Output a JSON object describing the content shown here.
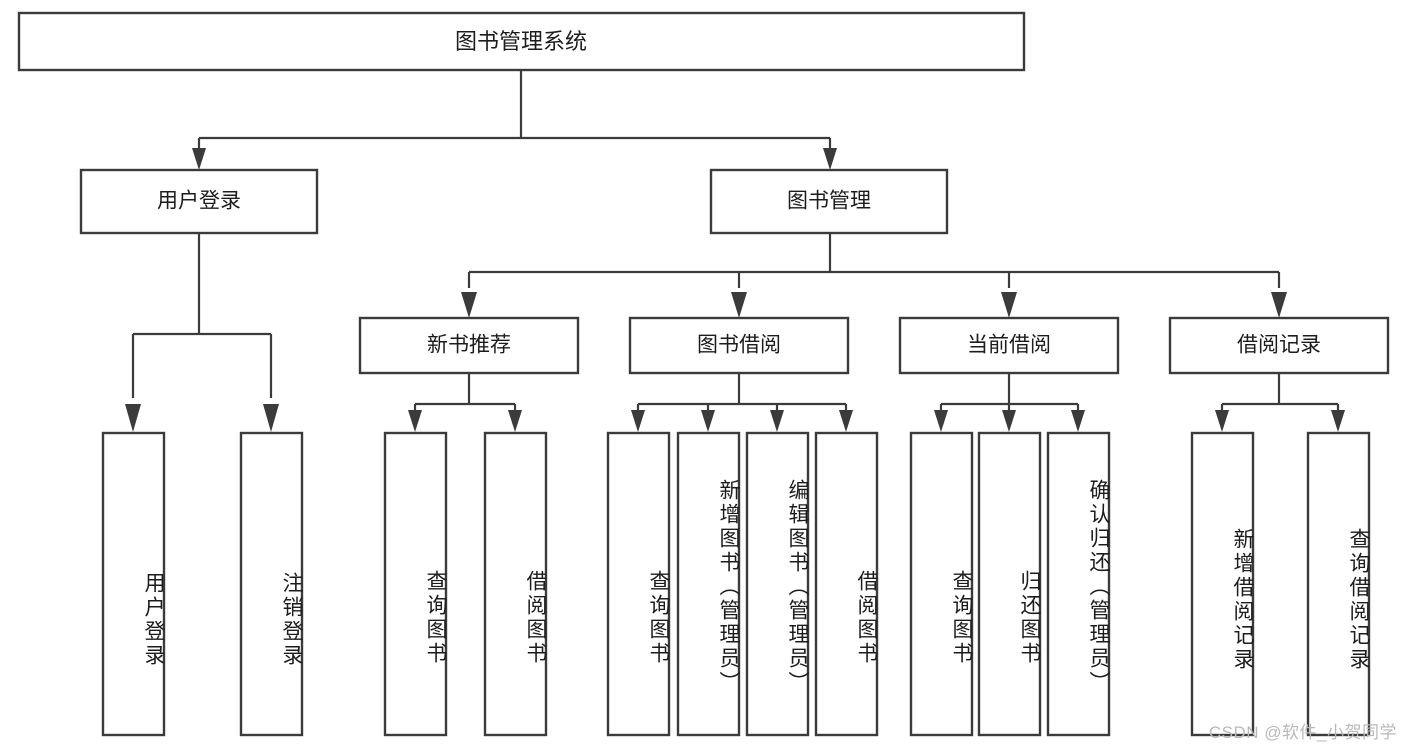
{
  "diagram": {
    "title": "图书管理系统",
    "type": "tree",
    "watermark": "CSDN @软件_小贺同学",
    "colors": {
      "stroke": "#3b3b3b",
      "fill": "#ffffff",
      "text": "#1c1c1c",
      "watermark": "#b9b9b9",
      "background": "#ffffff"
    },
    "root": {
      "label": "图书管理系统"
    },
    "level2": [
      {
        "label": "用户登录"
      },
      {
        "label": "图书管理"
      }
    ],
    "level3": [
      {
        "label": "新书推荐"
      },
      {
        "label": "图书借阅"
      },
      {
        "label": "当前借阅"
      },
      {
        "label": "借阅记录"
      }
    ],
    "leaves": {
      "user_login": [
        {
          "label": "用户登录"
        },
        {
          "label": "注销登录"
        }
      ],
      "new_book_recommend": [
        {
          "label": "查询图书"
        },
        {
          "label": "借阅图书"
        }
      ],
      "book_borrow": [
        {
          "label": "查询图书"
        },
        {
          "label": "新增图书（管理员）"
        },
        {
          "label": "编辑图书（管理员）"
        },
        {
          "label": "借阅图书"
        }
      ],
      "current_borrow": [
        {
          "label": "查询图书"
        },
        {
          "label": "归还图书"
        },
        {
          "label": "确认归还（管理员）"
        }
      ],
      "borrow_record": [
        {
          "label": "新增借阅记录"
        },
        {
          "label": "查询借阅记录"
        }
      ]
    }
  }
}
